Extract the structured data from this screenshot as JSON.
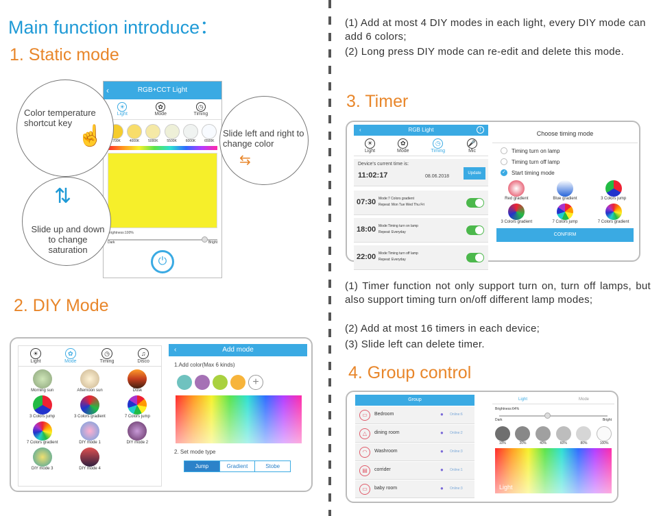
{
  "left": {
    "main_title": "Main function introduce：",
    "static_title": "1. Static mode",
    "diy_title": "2. DIY Mode",
    "static_phone": {
      "header": "RGB+CCT Light",
      "tabs": [
        "Light",
        "Mode",
        "Timing"
      ],
      "temps": [
        "2700K",
        "4000K",
        "5000K",
        "5500K",
        "6000K",
        "6500K"
      ],
      "brightness": "Brightness:100%",
      "dark": "Dark",
      "bright": "Bright"
    },
    "callouts": {
      "color_temp": "Color temperature shortcut key",
      "slide_lr": "Slide left and right to change color",
      "slide_ud": "Slide up and down to change saturation"
    },
    "diy_phone": {
      "tabs": [
        "Light",
        "Mode",
        "Timing",
        "Disco"
      ],
      "modes": [
        "Morning sun",
        "Afternoon sun",
        "Dusk",
        "3 Colors jump",
        "3 Colors gradient",
        "7 Colors jump",
        "7 Colors gradient",
        "DIY mode 1",
        "DIY mode 2",
        "DIY mode 3",
        "DIY mode 4"
      ],
      "add_header": "Add mode",
      "add_color": "1.Add color(Max 6 kinds)",
      "set_type": "2. Set mode type",
      "types": [
        "Jump",
        "Gradient",
        "Stobe"
      ]
    }
  },
  "right": {
    "diy_notes": [
      "(1) Add at most 4 DIY modes in each light, every DIY mode can add 6 colors;",
      "(2) Long press DIY mode can re-edit and delete this mode."
    ],
    "timer_title": "3. Timer",
    "timer_phone": {
      "header": "RGB Light",
      "tabs": [
        "Light",
        "Mode",
        "Timing",
        "Mic"
      ],
      "current_label": "Device's current time is:",
      "current_time": "11:02:17",
      "current_date": "08.06.2018",
      "update": "Update",
      "timers": [
        {
          "time": "07:30",
          "mode": "Mode:7 Colors gradient",
          "repeat": "Repeat: Mon Tue Wed Thu Fri"
        },
        {
          "time": "18:00",
          "mode": "Mode:Timing turn on lamp",
          "repeat": "Repeat: Everyday"
        },
        {
          "time": "22:00",
          "mode": "Mode:Timing turn off lamp",
          "repeat": "Repeat: Everyday"
        }
      ],
      "choose_title": "Choose timing mode",
      "options": [
        "Timing turn on lamp",
        "Timing turn off lamp",
        "Start timing mode"
      ],
      "grid": [
        "Red gradient",
        "Blue gradient",
        "3 Colors jump",
        "3 Colors gradient",
        "7 Colors jump",
        "7 Colors gradient"
      ],
      "confirm": "CONFIRM"
    },
    "timer_notes": [
      "(1) Timer function not only support turn on, turn off lamps, but also support timing turn on/off different lamp modes;",
      "(2)  Add at most 16 timers in each device;",
      "(3)  Slide left can delete timer."
    ],
    "group_title": "4. Group control",
    "group_phone": {
      "header": "Group",
      "groups": [
        {
          "name": "Bedroom",
          "status": "Online:6"
        },
        {
          "name": "dining room",
          "status": "Online:2"
        },
        {
          "name": "Washroom",
          "status": "Online:3"
        },
        {
          "name": "corrider",
          "status": "Online:1"
        },
        {
          "name": "baby room",
          "status": "Online:3"
        }
      ],
      "tabs": [
        "Light",
        "Mode"
      ],
      "brightness": "Brightness:64%",
      "dark": "Dark",
      "bright": "Bright",
      "levels": [
        "10%",
        "20%",
        "40%",
        "60%",
        "80%",
        "100%"
      ],
      "light_label": "Light"
    }
  }
}
